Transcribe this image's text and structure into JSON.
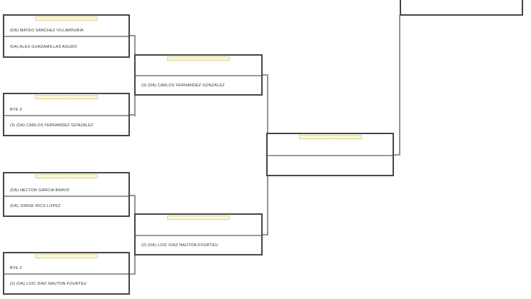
{
  "page": {
    "background": "#ffffff",
    "description": "tournament-draw-bracket"
  },
  "colors": {
    "box_border": "#454545",
    "divider": "#9a9a9a",
    "connector": "#949494",
    "bar_fill": "#fbf7d0",
    "bar_border": "#ddd49a",
    "text": "#333333"
  },
  "bracket": {
    "round1": [
      {
        "header": "-",
        "slots": [
          "(DA) MATEO SANCHEZ VILLARRUBIA",
          "(DA) ALEX GUADAMILLAS AGUDO"
        ]
      },
      {
        "header": "-",
        "slots": [
          "BYE 3",
          "(3) (DA) CARLOS FERNANDEZ GONZALEZ"
        ]
      },
      {
        "header": "-",
        "slots": [
          "(DA) HECTOR GARCIA BRAVO",
          "(DA) JORGE RICO LOPEZ"
        ]
      },
      {
        "header": "-",
        "slots": [
          "BYE 2",
          "(2) (DA) LOIC DIAZ NAUTON-FOURTEU"
        ]
      }
    ],
    "round2": [
      {
        "header": "-",
        "slots": [
          "",
          "(3) (DA) CARLOS FERNANDEZ GONZALEZ"
        ]
      },
      {
        "header": "-",
        "slots": [
          "",
          "(2) (DA) LOIC DIAZ NAUTON-FOURTEU"
        ]
      }
    ],
    "final": {
      "header": "-",
      "slots": [
        "",
        ""
      ]
    },
    "champion": {
      "slots": [
        "",
        ""
      ]
    }
  }
}
